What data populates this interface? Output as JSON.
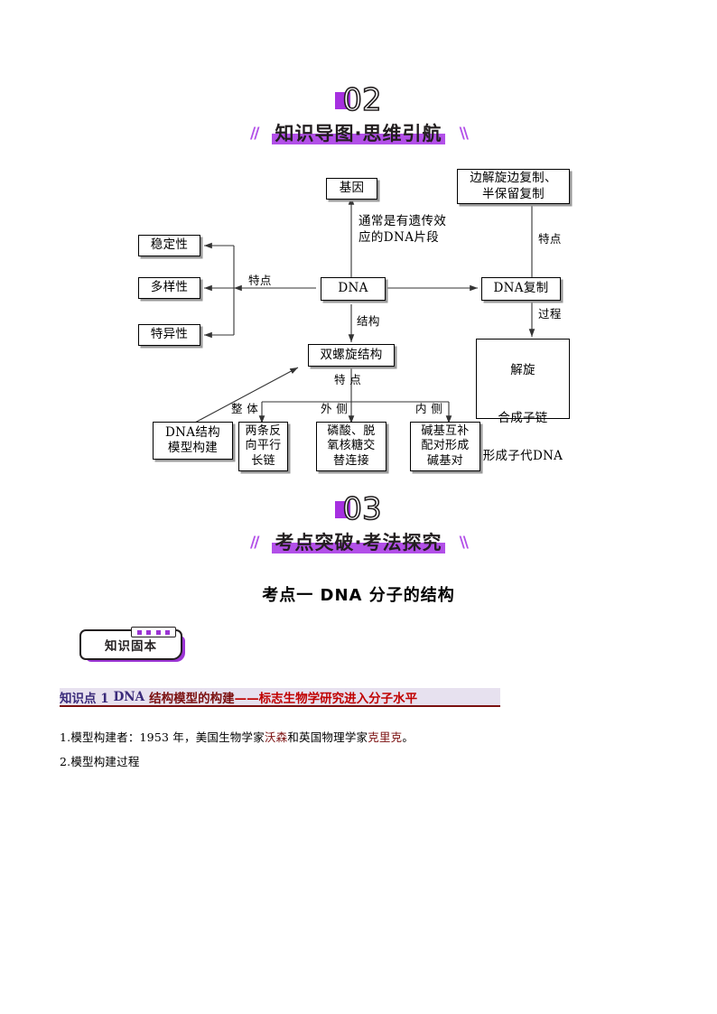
{
  "sections": [
    {
      "number": "02",
      "title": "知识导图·思维引航",
      "slash_left": "//",
      "slash_right": "\\\\",
      "accent": "#a630e0",
      "bar_color": "#b24fe8"
    },
    {
      "number": "03",
      "title": "考点突破·考法探究",
      "slash_left": "//",
      "slash_right": "\\\\",
      "accent": "#a630e0",
      "bar_color": "#b24fe8"
    }
  ],
  "diagram": {
    "boxes": {
      "gene": "基因",
      "replication_feature": "边解旋边复制、\n半保留复制",
      "stability": "稳定性",
      "diversity": "多样性",
      "specificity": "特异性",
      "dna": "DNA",
      "dna_replication": "DNA复制",
      "double_helix": "双螺旋结构",
      "process": "",
      "model_build": "DNA结构\n模型构建",
      "whole": "两条反\n向平行\n长链",
      "outside": "磷酸、脱\n氧核糖交\n替连接",
      "inside": "碱基互补\n配对形成\n碱基对"
    },
    "process_steps": [
      "解旋",
      "合成子链",
      "形成子代DNA"
    ],
    "labels": {
      "gene_note": "通常是有遗传效\n应的DNA片段",
      "feature_left": "特点",
      "feature_right": "特点",
      "structure": "结构",
      "process": "过程",
      "helix_feature": "特  点",
      "whole_label": "整  体",
      "outside_label": "外  侧",
      "inside_label": "内  侧"
    }
  },
  "kaodian": {
    "heading": "考点一    DNA 分子的结构"
  },
  "badge": {
    "label": "知识固本",
    "accent": "#9b34d4"
  },
  "knowledge_point": {
    "prefix": "知识点 1",
    "dna": "DNA",
    "middle": "结构模型的构建",
    "red": "——标志生物学研究进入分子水平",
    "bg": "#e7e1ef",
    "underline": "#7b1010"
  },
  "body": {
    "line1_a": "1.模型构建者：1953 年，美国生物学家",
    "line1_b": "沃森",
    "line1_c": "和英国物理学家",
    "line1_d": "克里克",
    "line1_e": "。",
    "line2": "2.模型构建过程"
  }
}
